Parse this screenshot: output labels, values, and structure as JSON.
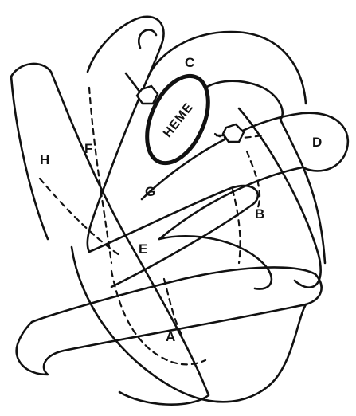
{
  "helix_labels": {
    "A": "A",
    "B": "B",
    "C": "C",
    "D": "D",
    "E": "E",
    "F": "F",
    "G": "G",
    "H": "H"
  },
  "heme_label": "HEME"
}
